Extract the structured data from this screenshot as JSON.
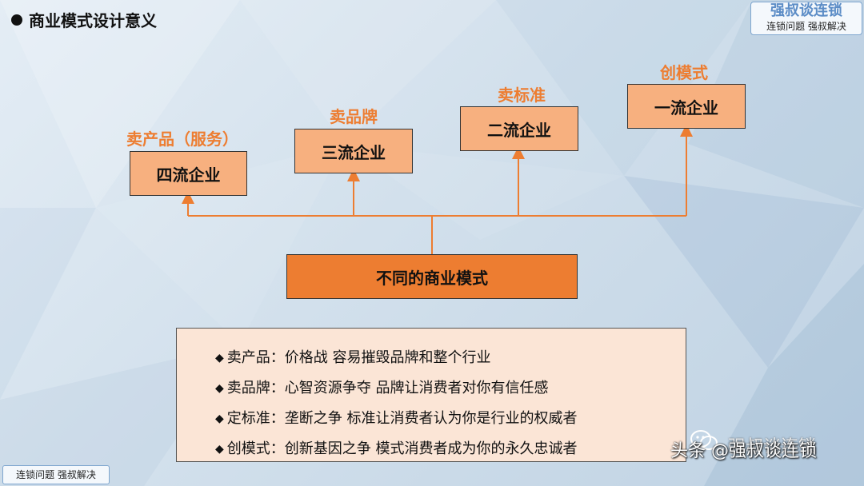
{
  "header": {
    "title": "商业模式设计意义"
  },
  "brand": {
    "title": "强叔谈连锁",
    "subtitle": "连锁问题  强叔解决"
  },
  "footer_tag": "连锁问题  强叔解决",
  "diagram": {
    "root": "不同的商业模式",
    "nodes": [
      {
        "label": "四流企业",
        "category": "卖产品（服务）"
      },
      {
        "label": "三流企业",
        "category": "卖品牌"
      },
      {
        "label": "二流企业",
        "category": "卖标准"
      },
      {
        "label": "一流企业",
        "category": "创模式"
      }
    ]
  },
  "descriptions": [
    "卖产品：价格战 容易摧毁品牌和整个行业",
    "卖品牌：心智资源争夺  品牌让消费者对你有信任感",
    "定标准：垄断之争  标准让消费者认为你是行业的权威者",
    "创模式：创新基因之争  模式消费者成为你的永久忠诚者"
  ],
  "watermark": {
    "faded": "强叔谈连锁",
    "main": "头条 @强叔谈连锁"
  },
  "colors": {
    "accent": "#ed7d31",
    "node_fill": "#f7b07f",
    "desc_fill": "#fbe5d6"
  }
}
